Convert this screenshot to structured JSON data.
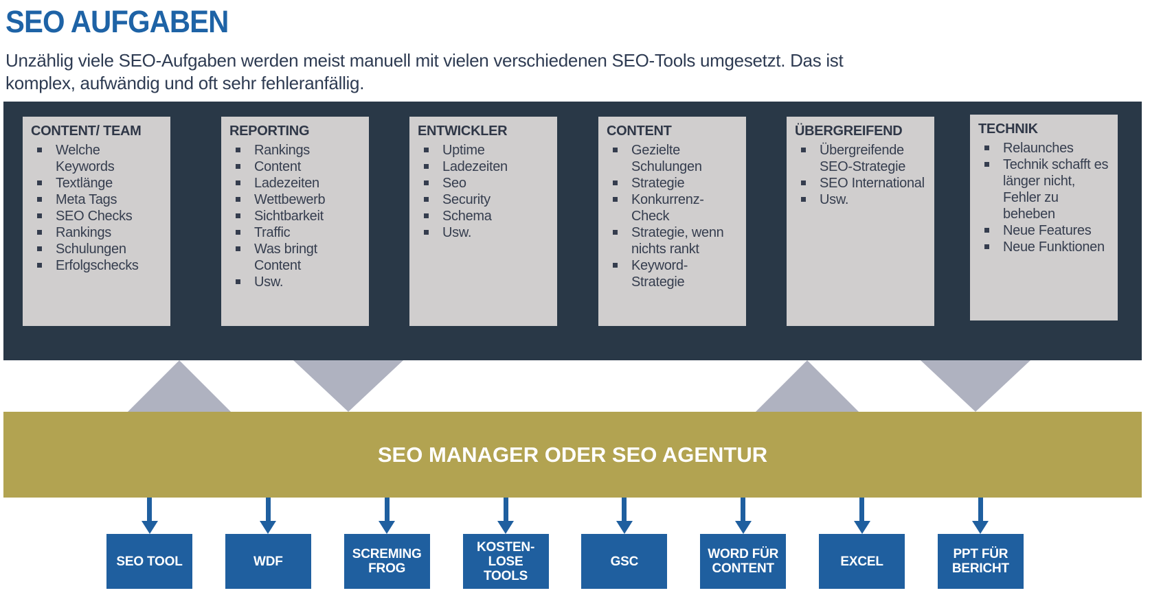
{
  "header": {
    "title": "SEO AUFGABEN",
    "subtitle_line1": "Unzählig viele SEO-Aufgaben werden meist manuell mit vielen verschiedenen SEO-Tools umgesetzt. Das ist",
    "subtitle_line2": "komplex, aufwändig und oft sehr fehleranfällig."
  },
  "colors": {
    "title_blue": "#1E63A6",
    "dark_band": "#293847",
    "card_bg": "#D0CECE",
    "card_text": "#353D4E",
    "connector_triangle_gray": "#AFB2C0",
    "gold_band": "#B2A351",
    "tool_blue": "#1F5F9F",
    "tool_text": "#FFFFFF"
  },
  "icons": {
    "connector_up": "triangle-up",
    "connector_down": "triangle-down",
    "tool_arrow": "arrow-down"
  },
  "task_cards": [
    {
      "title": "CONTENT/ TEAM",
      "items": [
        "Welche Keywords",
        "Textlänge",
        "Meta Tags",
        "SEO Checks",
        "Rankings",
        "Schulungen",
        "Erfolgschecks"
      ]
    },
    {
      "title": "REPORTING",
      "items": [
        "Rankings",
        "Content",
        "Ladezeiten",
        "Wettbewerb",
        "Sichtbarkeit",
        "Traffic",
        "Was bringt Content",
        "Usw."
      ]
    },
    {
      "title": "ENTWICKLER",
      "items": [
        "Uptime",
        "Ladezeiten",
        "Seo",
        "Security",
        "Schema",
        "Usw."
      ]
    },
    {
      "title": "CONTENT",
      "items": [
        "Gezielte Schulungen",
        "Strategie",
        "Konkurrenz-Check",
        "Strategie, wenn nichts rankt",
        "Keyword-Strategie"
      ]
    },
    {
      "title": "ÜBERGREIFEND",
      "items": [
        "Übergreifende SEO-Strategie",
        "SEO International",
        "Usw."
      ]
    },
    {
      "title": "TECHNIK",
      "items": [
        "Relaunches",
        "Technik schafft es länger nicht, Fehler zu beheben",
        "Neue Features",
        "Neue Funktionen"
      ]
    }
  ],
  "manager_band": {
    "label": "SEO MANAGER ODER SEO AGENTUR"
  },
  "tools": [
    {
      "label": "SEO TOOL"
    },
    {
      "label": "WDF"
    },
    {
      "label": "SCREMING FROG"
    },
    {
      "label": "KOSTEN-LOSE TOOLS"
    },
    {
      "label": "GSC"
    },
    {
      "label": "WORD FÜR CONTENT"
    },
    {
      "label": "EXCEL"
    },
    {
      "label": "PPT FÜR BERICHT"
    }
  ]
}
